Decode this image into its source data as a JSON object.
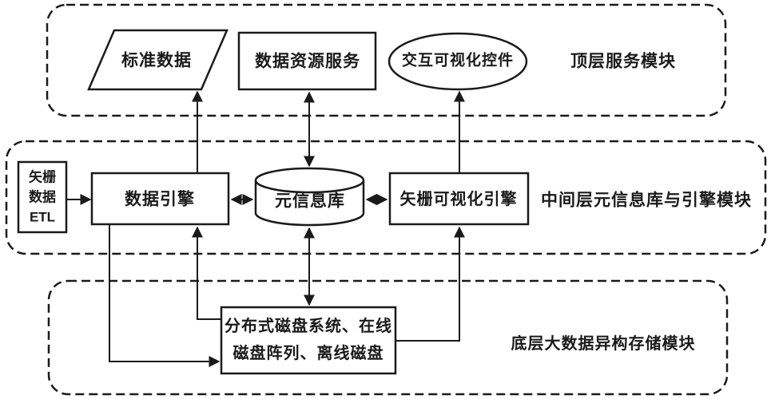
{
  "layers": {
    "top": {
      "label": "顶层服务模块"
    },
    "middle": {
      "label": "中间层元信息库与引擎模块"
    },
    "bottom": {
      "label": "底层大数据异构存储模块"
    }
  },
  "nodes": {
    "standard_data": {
      "label": "标准数据"
    },
    "data_resource_service": {
      "label": "数据资源服务"
    },
    "interactive_vis_control": {
      "label": "交互可视化控件"
    },
    "raster_vector_etl": {
      "lines": [
        "矢栅",
        "数据",
        "ETL"
      ]
    },
    "data_engine": {
      "label": "数据引擎"
    },
    "meta_info_repository": {
      "label": "元信息库"
    },
    "raster_vis_engine": {
      "label": "矢栅可视化引擎"
    },
    "distributed_storage": {
      "lines": [
        "分布式磁盘系统、在线",
        "磁盘阵列、离线磁盘"
      ]
    }
  },
  "colors": {
    "stroke": "#1a1a1a",
    "background": "#ffffff"
  }
}
